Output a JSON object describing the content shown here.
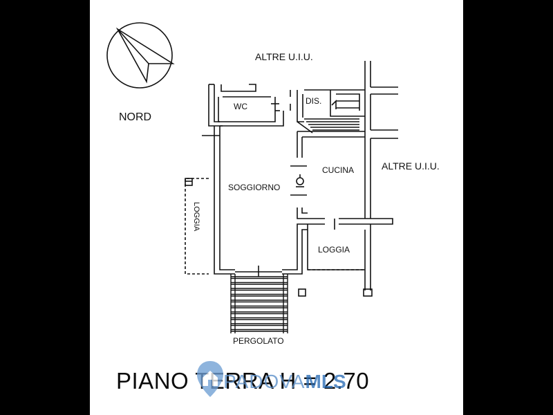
{
  "plan": {
    "north_label": "NORD",
    "rooms": {
      "altre_top": "ALTRE U.I.U.",
      "altre_right": "ALTRE U.I.U.",
      "wc": "WC",
      "dis": "DIS.",
      "cucina": "CUCINA",
      "soggiorno": "SOGGIORNO",
      "loggia_left": "LOGGIA",
      "loggia_right": "LOGGIA",
      "pergolato": "PERGOLATO"
    },
    "title": "PIANO TERRA H = 2.70"
  },
  "watermark": {
    "part1": "PADOVA",
    "part2": "MLS"
  },
  "colors": {
    "background": "#000000",
    "sheet": "#ffffff",
    "lines": "#111111",
    "watermark": "#2a6db5"
  }
}
